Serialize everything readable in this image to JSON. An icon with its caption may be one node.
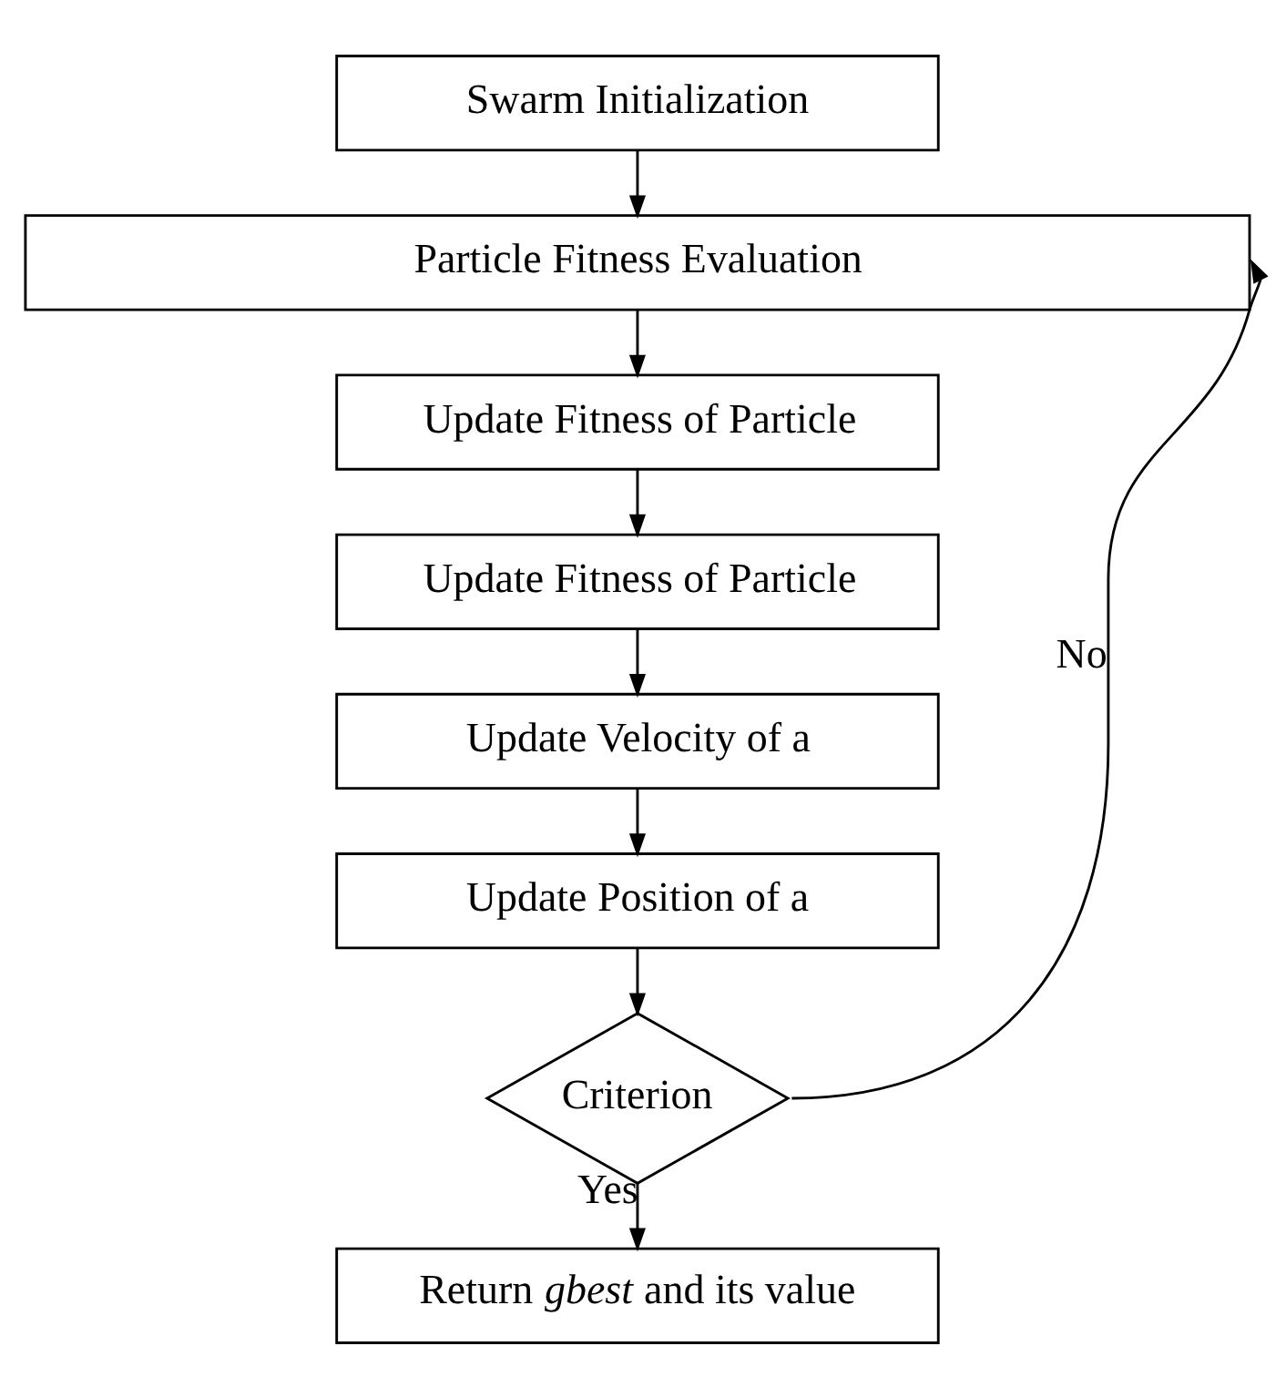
{
  "diagram": {
    "nodes": [
      {
        "text": [
          "Swarm Initialization"
        ]
      },
      {
        "text": [
          "Particle Fitness Evaluation"
        ]
      },
      {
        "text": [
          "Update Fitness of Particle"
        ]
      },
      {
        "text": [
          "Update Fitness of Particle"
        ]
      },
      {
        "text": [
          "Update Velocity of a"
        ]
      },
      {
        "text": [
          "Update Position of a"
        ]
      },
      {
        "text": [
          "Criterion"
        ]
      },
      {
        "text": [
          "Return *gbest* and its value"
        ]
      }
    ],
    "edges": [
      {
        "from": 0,
        "to": 1,
        "arrow": "to"
      },
      {
        "from": 1,
        "to": 2,
        "arrow": "to"
      },
      {
        "from": 2,
        "to": 3,
        "arrow": "to"
      },
      {
        "from": 3,
        "to": 4,
        "arrow": "to"
      },
      {
        "from": 4,
        "to": 5,
        "arrow": "to"
      },
      {
        "from": 5,
        "to": 6,
        "arrow": "to"
      },
      {
        "from": 6,
        "to": 1,
        "arrow": "to",
        "label": "No"
      },
      {
        "from": 6,
        "to": 7,
        "arrow": "to",
        "label": "Yes"
      }
    ]
  }
}
